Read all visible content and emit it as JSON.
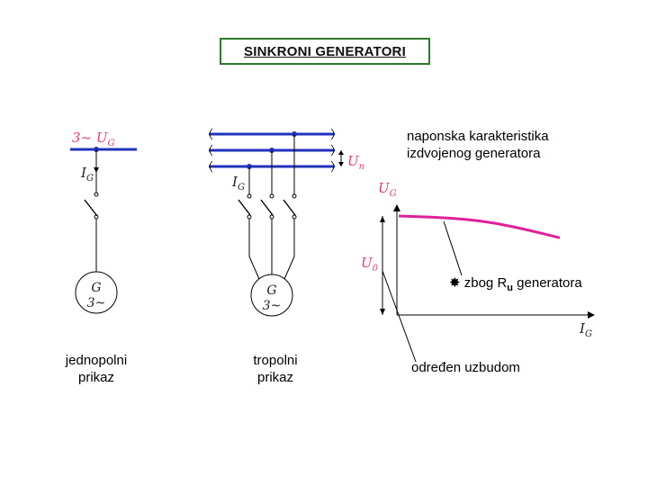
{
  "title": "SINKRONI GENERATORI",
  "colors": {
    "bus": "#2233bb",
    "handwriting": "#e0407a",
    "curve": "#e0209a",
    "title_border": "#2d7a2d",
    "ink": "#000000"
  },
  "single_line": {
    "bus_label": "3~ U",
    "bus_label_sub": "G",
    "current_label": "I",
    "current_label_sub": "G",
    "generator_letter": "G",
    "generator_phase": "3~",
    "caption_line1": "jednopolni",
    "caption_line2": "prikaz"
  },
  "three_line": {
    "voltage_label": "U",
    "voltage_label_sub": "n",
    "current_label": "I",
    "current_label_sub": "G",
    "generator_letter": "G",
    "generator_phase": "3~",
    "caption_line1": "tropolni",
    "caption_line2": "prikaz"
  },
  "characteristic": {
    "title_line1": "naponska karakteristika",
    "title_line2": "izdvojenog generatora",
    "y_axis_label": "U",
    "y_axis_label_sub": "G",
    "x_axis_label": "I",
    "x_axis_label_sub": "G",
    "u0_label": "U",
    "u0_label_sub": "0",
    "star_symbol": "✸",
    "annotation_prefix": "zbog R",
    "annotation_sub": "u",
    "annotation_suffix": " generatora",
    "bottom_note": "određen uzbudom"
  },
  "chart_data": {
    "type": "line",
    "xlabel": "IG",
    "ylabel": "UG",
    "series": [
      {
        "values": [
          1.0,
          0.99,
          0.97,
          0.93,
          0.86,
          0.78
        ]
      }
    ],
    "x": [
      0,
      0.2,
      0.4,
      0.6,
      0.8,
      1.0
    ]
  }
}
